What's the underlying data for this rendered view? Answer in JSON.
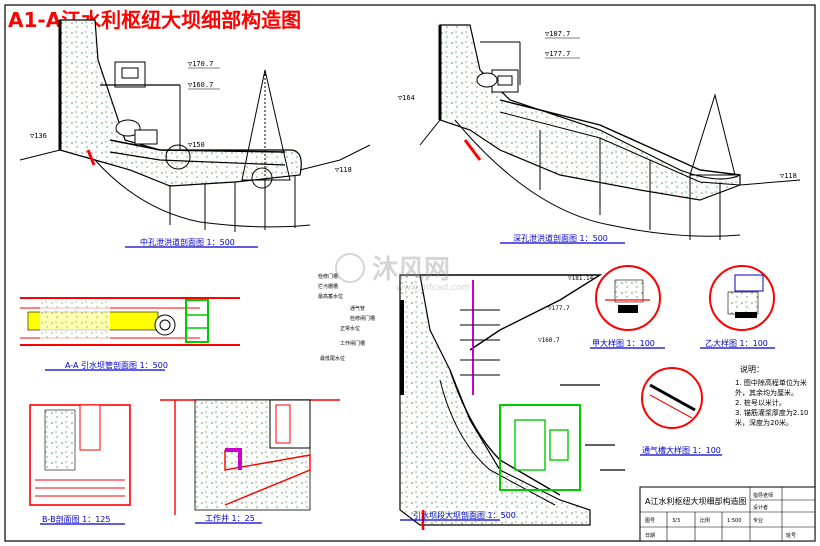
{
  "title": "A1-A江水利枢纽大坝细部构造图",
  "views": {
    "mid_outlet_section": "中孔泄洪道剖面图  1：500",
    "deep_outlet_section": "深孔泄洪道剖面图  1：500",
    "diversion_plan": "A-A 引水坝管剖面图  1：500",
    "b_b_section": "B-B剖面图  1：125",
    "work_well": "工作井  1：25",
    "diversion_section": "引水坝段大坝剖面图  1：500",
    "detail_jia": "甲大样图  1：100",
    "detail_yi": "乙大样图  1：100",
    "detail_vent": "通气槽大样图  1：100"
  },
  "elevations": {
    "crest_left": "▽170.7",
    "left_160": "▽160.7",
    "left_150": "▽150",
    "left_136": "▽136",
    "left_118": "▽118",
    "right_187": "▽187.7",
    "right_177": "▽177.7",
    "right_164": "▽164",
    "right_118": "▽118",
    "mid_181": "▽181.14",
    "mid_177": "▽177.7",
    "mid_160": "▽160.7"
  },
  "callouts": [
    "检修门槽",
    "拦污栅槽",
    "最高蓄水位",
    "通气管",
    "检修闸门槽",
    "正常水位",
    "工作闸门槽",
    "最低尾水位"
  ],
  "notes": {
    "heading": "说明：",
    "items": [
      "1. 图中除高程单位为米外，其余均为厘米。",
      "2. 桩号以米计。",
      "3. 锚筋灌浆厚度为2.10米，深度为20米。"
    ]
  },
  "title_block": {
    "drawing_name": "A江水利枢纽大坝细部构造图",
    "fields": [
      "指导老师",
      "设计者",
      "图号",
      "3/3",
      "比例",
      "1:500",
      "专业",
      "日期",
      "班号"
    ]
  },
  "watermark": {
    "brand": "沐风网",
    "url": "www.mfcad.com"
  },
  "colors": {
    "title_red": "#ff0000",
    "line_black": "#000000",
    "rebar_red": "#ff0000",
    "label_blue": "#0000cc",
    "green": "#00cc00",
    "concrete_dot": "#3aa83a",
    "magenta": "#cc00cc",
    "yellow": "#ffff00",
    "border_red": "#ff0000"
  }
}
